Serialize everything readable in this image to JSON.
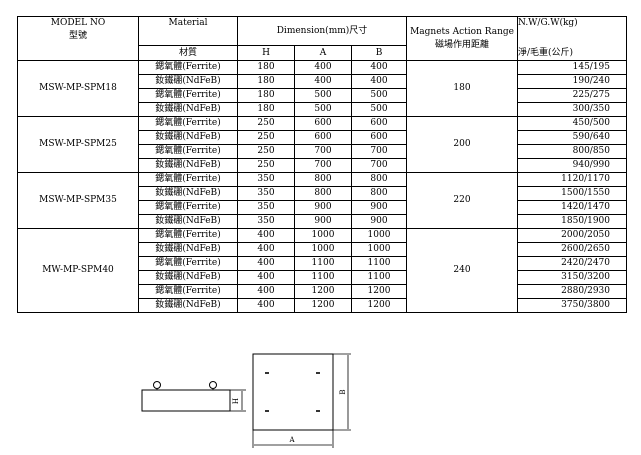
{
  "header": {
    "model_en": "MODEL NO",
    "model_zh": "型號",
    "material_en": "Material",
    "material_zh": "材質",
    "dimension": "Dimension(mm)尺寸",
    "col_h": "H",
    "col_a": "A",
    "col_b": "B",
    "range_en": "Magnets Action Range",
    "range_zh": "磁場作用距離",
    "weight_en": "N.W/G.W(kg)",
    "weight_zh": "淨/毛重(公斤)"
  },
  "groups": [
    {
      "model": "MSW-MP-SPM18",
      "range": "180",
      "rows": [
        {
          "material": "鍶氧體(Ferrite)",
          "h": "180",
          "a": "400",
          "b": "400",
          "weight": "145/195"
        },
        {
          "material": "釹鐵硼(NdFeB)",
          "h": "180",
          "a": "400",
          "b": "400",
          "weight": "190/240"
        },
        {
          "material": "鍶氧體(Ferrite)",
          "h": "180",
          "a": "500",
          "b": "500",
          "weight": "225/275"
        },
        {
          "material": "釹鐵硼(NdFeB)",
          "h": "180",
          "a": "500",
          "b": "500",
          "weight": "300/350"
        }
      ]
    },
    {
      "model": "MSW-MP-SPM25",
      "range": "200",
      "rows": [
        {
          "material": "鍶氧體(Ferrite)",
          "h": "250",
          "a": "600",
          "b": "600",
          "weight": "450/500"
        },
        {
          "material": "釹鐵硼(NdFeB)",
          "h": "250",
          "a": "600",
          "b": "600",
          "weight": "590/640"
        },
        {
          "material": "鍶氧體(Ferrite)",
          "h": "250",
          "a": "700",
          "b": "700",
          "weight": "800/850"
        },
        {
          "material": "釹鐵硼(NdFeB)",
          "h": "250",
          "a": "700",
          "b": "700",
          "weight": "940/990"
        }
      ]
    },
    {
      "model": "MSW-MP-SPM35",
      "range": "220",
      "rows": [
        {
          "material": "鍶氧體(Ferrite)",
          "h": "350",
          "a": "800",
          "b": "800",
          "weight": "1120/1170"
        },
        {
          "material": "釹鐵硼(NdFeB)",
          "h": "350",
          "a": "800",
          "b": "800",
          "weight": "1500/1550"
        },
        {
          "material": "鍶氧體(Ferrite)",
          "h": "350",
          "a": "900",
          "b": "900",
          "weight": "1420/1470"
        },
        {
          "material": "釹鐵硼(NdFeB)",
          "h": "350",
          "a": "900",
          "b": "900",
          "weight": "1850/1900"
        }
      ]
    },
    {
      "model": "MW-MP-SPM40",
      "range": "240",
      "rows": [
        {
          "material": "鍶氧體(Ferrite)",
          "h": "400",
          "a": "1000",
          "b": "1000",
          "weight": "2000/2050"
        },
        {
          "material": "釹鐵硼(NdFeB)",
          "h": "400",
          "a": "1000",
          "b": "1000",
          "weight": "2600/2650"
        },
        {
          "material": "鍶氧體(Ferrite)",
          "h": "400",
          "a": "1100",
          "b": "1100",
          "weight": "2420/2470"
        },
        {
          "material": "釹鐵硼(NdFeB)",
          "h": "400",
          "a": "1100",
          "b": "1100",
          "weight": "3150/3200"
        },
        {
          "material": "鍶氧體(Ferrite)",
          "h": "400",
          "a": "1200",
          "b": "1200",
          "weight": "2880/2930"
        },
        {
          "material": "釹鐵硼(NdFeB)",
          "h": "400",
          "a": "1200",
          "b": "1200",
          "weight": "3750/3800"
        }
      ]
    }
  ],
  "drawing": {
    "label_h": "H",
    "label_a": "A",
    "label_b": "B"
  }
}
